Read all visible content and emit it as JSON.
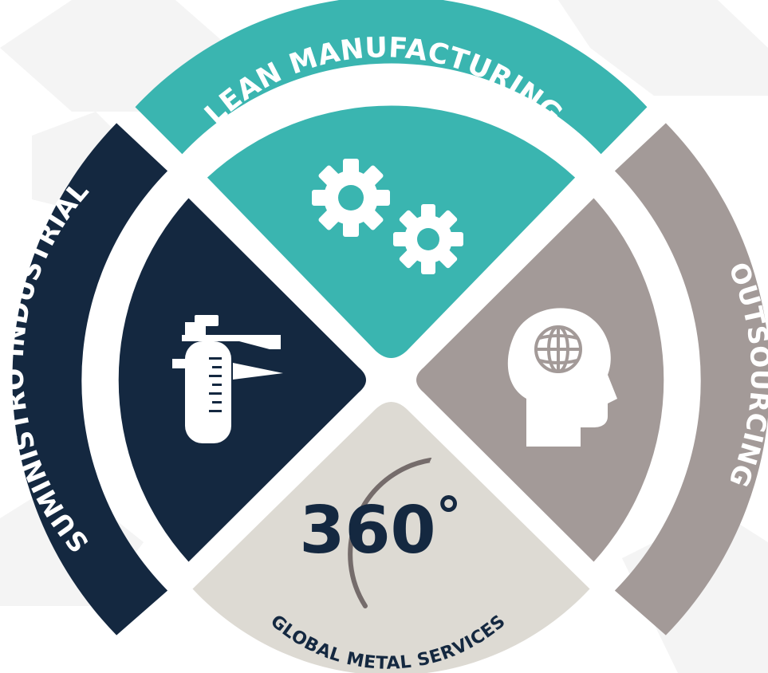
{
  "diagram": {
    "segments": [
      {
        "id": "lean",
        "label": "LEAN MANUFACTURING",
        "color": "#3ab5b0",
        "icon": "gears-icon"
      },
      {
        "id": "suministro",
        "label": "SUMINISTRO INDUSTRIAL",
        "color": "#142840",
        "icon": "caliper-icon"
      },
      {
        "id": "outsourcing",
        "label": "OUTSOURCING",
        "color": "#a39a98",
        "icon": "head-globe-icon"
      },
      {
        "id": "global",
        "label": "GLOBAL METAL SERVICES",
        "color": "#dddad3",
        "icon": "360-ring-icon"
      }
    ],
    "center": {
      "number": "360",
      "degree": "°",
      "subtitle": "GLOBAL METAL SERVICES",
      "number_color": "#142840",
      "ring_color": "#756c6b"
    },
    "background_pattern_color": "#f4f4f4"
  }
}
